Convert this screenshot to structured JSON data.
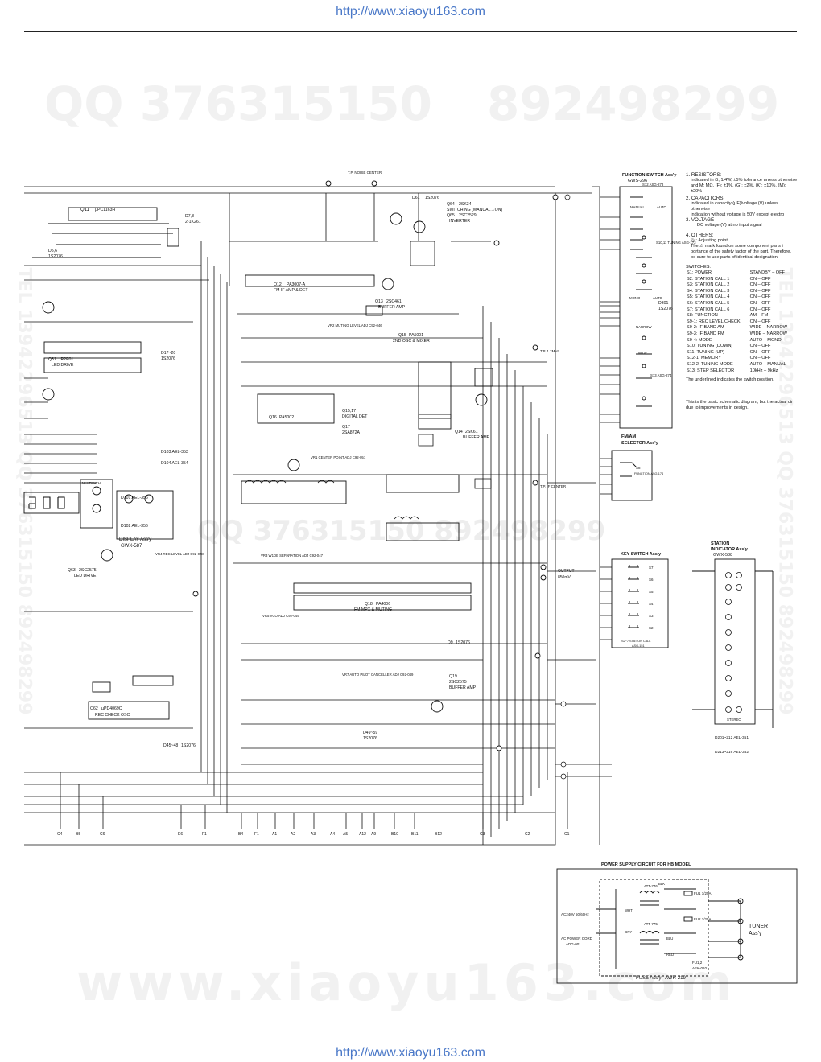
{
  "header_url": "http://www.xiaoyu163.com",
  "footer_url": "http://www.xiaoyu163.com",
  "watermark": {
    "top_left": "QQ 376315150",
    "top_right": "892498299",
    "middle": "QQ 376315150  892498299",
    "bottom": "www.xiaoyu163.com",
    "side_right": "TEL 13942296513  QQ 376315150  892498299",
    "side_left": "TEL 13942296513  QQ 376315150  892498299"
  },
  "test_points": {
    "noise_center": "T.P. NOISE CENTER",
    "if_center": "T.P. IF CENTER",
    "osc": "T.P. 1.2MHz",
    "output_label": "OUTPUT",
    "output_value": "850mV"
  },
  "ics": [
    {
      "ref": "Q11",
      "part": "µPC1163H"
    },
    {
      "ref": "Q12",
      "part": "PA3007-A",
      "function": "FM IF AMP & DET"
    },
    {
      "ref": "Q13",
      "part": "2SC461",
      "function": "BUFFER AMP"
    },
    {
      "ref": "Q14",
      "part": "2SK61",
      "function": "BUFFER AMP"
    },
    {
      "ref": "Q15",
      "part": "PA5001",
      "function": "2ND OSC & MIXER"
    },
    {
      "ref": "Q16",
      "part": "PA5002"
    },
    {
      "ref": "Q15,17",
      "part": "DIGITAL DET"
    },
    {
      "ref": "Q17",
      "part": "2SA872A"
    },
    {
      "ref": "Q18",
      "part": "PA4006",
      "function": "FM MPX & MUTING"
    },
    {
      "ref": "Q19",
      "part": "2SC2575",
      "function": "BUFFER AMP"
    },
    {
      "ref": "Q31",
      "part": "IR2E01",
      "function": "LED DRIVE"
    },
    {
      "ref": "Q62",
      "part": "µPD4069C",
      "function": "REC CHECK OSC"
    },
    {
      "ref": "Q63",
      "part": "2SC2575",
      "function": "LED DRIVE"
    },
    {
      "ref": "Q64",
      "part": "2SK34",
      "function": "SWITCHING (MANUAL→ON)"
    },
    {
      "ref": "Q65",
      "part": "2SC2529",
      "function": "INVERTER"
    }
  ],
  "diodes": [
    {
      "ref": "D5,6",
      "part": "1S2076"
    },
    {
      "ref": "D7,8",
      "part": "2-1K261"
    },
    {
      "ref": "D61",
      "part": "1S2076"
    },
    {
      "ref": "D9",
      "part": "1S2076"
    },
    {
      "ref": "D17~20",
      "part": "1S2076"
    },
    {
      "ref": "D45~48",
      "part": "1S2076"
    },
    {
      "ref": "D49~59",
      "part": "1S2076"
    },
    {
      "ref": "D301",
      "part": "1S2076"
    }
  ],
  "display": {
    "leds": [
      "D103 AEL-353",
      "D104 AEL-354",
      "D101 AEL-356",
      "D102 AEL-356"
    ],
    "assy": "DISPLAY Ass'y",
    "assy_code": "GWX-587",
    "multipath_label": "MULTIPATH"
  },
  "adjustments": [
    "VR2 MUTING LEVEL ADJ C92-046",
    "VR1 CENTER POINT ADJ C92-051",
    "VR3 W1DE SEPARATION ADJ C92-047",
    "VR4 REC LEVEL ADJ C92-048",
    "VR5 VCO ADJ C92-049",
    "VR7 AUTO PILOT CANCELLER ADJ C92-049"
  ],
  "function_switch": {
    "title": "FUNCTION SWITCH Ass'y",
    "code": "GWS-296",
    "sub_code": "S12 ASG-278",
    "manual": "MANUAL",
    "auto": "AUTO",
    "mono": "MONO",
    "narrow": "NARROW",
    "wide": "WIDE",
    "tuning": "S10,11 TUNING ASG-173",
    "step": "S13 ASG-274"
  },
  "fm_am_selector": {
    "title": "FM/AM",
    "title2": "SELECTOR Ass'y",
    "switch": "S8",
    "switch_label": "FUNCTION ASG-174"
  },
  "key_switch": {
    "title": "KEY SWITCH Ass'y",
    "switches": [
      "S7",
      "S6",
      "S5",
      "S4",
      "S3",
      "S2"
    ],
    "footer": "S2~7 STATION CALL",
    "footer_code": "ASG-151"
  },
  "station_indicator": {
    "title": "STATION",
    "title2": "INDICATOR Ass'y",
    "code": "GWX-588",
    "stereo": "STEREO",
    "note1": "D201~212 AEL-351",
    "note2": "D213~216 AEL-352"
  },
  "notes": {
    "resistors_title": "1. RESISTORS:",
    "resistors_lines": [
      "Indicated in Ω, 1/4W, ±5% tolerance unless otherwise",
      "and M: MΩ, (F): ±1%, (G): ±2%, (K): ±10%, (M): ±20%"
    ],
    "capacitors_title": "2. CAPACITORS:",
    "capacitors_lines": [
      "Indicated in capacity (µF)/voltage (V) unless otherwise",
      "Indication without voltage is 50V except electro"
    ],
    "voltage_title": "3. VOLTAGE",
    "voltage_lines": [
      "DC voltage (V) at no input signal"
    ],
    "others_title": "4. OTHERS:",
    "others_lines": [
      "◎ : Adjusting point.",
      "The ⚠ mark found on some component parts i",
      "portance of the safety factor of the part. Therefore,",
      "be sure to use parts of identical designation."
    ],
    "switches_title": "SWITCHES:",
    "switches": [
      [
        "S1: POWER",
        "STANDBY – OFF"
      ],
      [
        "S2: STATION CALL 1",
        "ON – OFF"
      ],
      [
        "S3: STATION CALL 2",
        "ON – OFF"
      ],
      [
        "S4: STATION CALL 3",
        "ON – OFF"
      ],
      [
        "S5: STATION CALL 4",
        "ON – OFF"
      ],
      [
        "S6: STATION CALL 5",
        "ON – OFF"
      ],
      [
        "S7: STATION CALL 6",
        "ON – OFF"
      ],
      [
        "S8: FUNCTION",
        "AM – FM"
      ],
      [
        "S9-1: REC LEVEL CHECK",
        "ON – OFF"
      ],
      [
        "S9-2: IF BAND AM",
        "WIDE – NARROW"
      ],
      [
        "S9-3: IF BAND FM",
        "WIDE – NARROW"
      ],
      [
        "S9-4: MODE",
        "AUTO – MONO"
      ],
      [
        "S10: TUNING (DOWN)",
        "ON – OFF"
      ],
      [
        "S11: TUNING (UP)",
        "ON – OFF"
      ],
      [
        "S12-1: MEMORY",
        "ON – OFF"
      ],
      [
        "S12-2: TUNING MODE",
        "AUTO – MANUAL"
      ],
      [
        "S13: STEP SELECTOR",
        "10kHz – 9kHz"
      ]
    ],
    "underline_note": "The underlined indicates the switch position.",
    "basic_note_1": "This is the basic schematic diagram, but the actual cir",
    "basic_note_2": "due to improvements in design."
  },
  "power_supply": {
    "title": "POWER SUPPLY CIRCUIT FOR HB MODEL",
    "ac_label": "AC240V 50/60Hz",
    "cord_label": "AC POWER CORD",
    "cord_code": "ADG-001",
    "transformer1": "ATT-776",
    "transformer2": "ATT-775",
    "fuse1": "FU1 1/25A",
    "fuse2": "FU2 1/25A",
    "fuse3": "FU1,2",
    "fuse3_code": "AEK-010",
    "colors": [
      "BLK",
      "WHT",
      "BLU",
      "GRY",
      "RED"
    ],
    "tuner_label": "TUNER",
    "tuner_label2": "Ass'y",
    "fuse_assy": "FUSE Ass'y",
    "fuse_assy_code": "AWR-219"
  },
  "connectors_bottom": [
    "C4",
    "B5",
    "C6",
    "E6",
    "F1",
    "B4",
    "F1",
    "A1",
    "A2",
    "A3",
    "A4",
    "A5",
    "A12",
    "A9",
    "B10",
    "B11",
    "B12",
    "C3",
    "C2",
    "C1"
  ],
  "ledger_colors": {
    "ink": "#111111",
    "watermark": "#efefef",
    "url": "#4a78c8"
  }
}
